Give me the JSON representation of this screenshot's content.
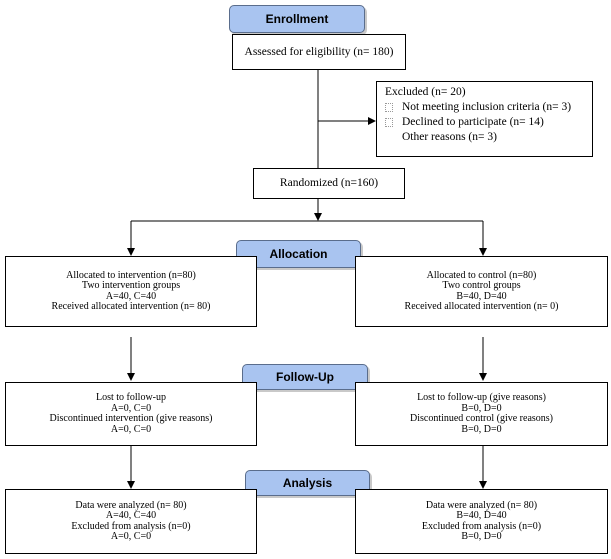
{
  "stages": {
    "enrollment": "Enrollment",
    "allocation": "Allocation",
    "follow_up": "Follow-Up",
    "analysis": "Analysis"
  },
  "assessed": "Assessed for eligibility (n= 180)",
  "excluded": {
    "title": "Excluded (n=   20)",
    "items": [
      "Not meeting inclusion criteria (n= 3)",
      "Declined to participate (n= 14)",
      "Other reasons (n= 3)"
    ]
  },
  "randomized": "Randomized (n=160)",
  "allocation": {
    "intervention": [
      "Allocated to intervention (n=80)",
      "Two intervention groups",
      "A=40, C=40",
      "Received allocated intervention (n= 80)"
    ],
    "control": [
      "Allocated to control (n=80)",
      "Two control groups",
      "B=40, D=40",
      "Received allocated intervention (n= 0)"
    ]
  },
  "follow_up": {
    "intervention": [
      "Lost to follow-up",
      "A=0, C=0",
      "Discontinued intervention (give reasons)",
      "A=0, C=0"
    ],
    "control": [
      "Lost to follow-up (give reasons)",
      "B=0, D=0",
      "Discontinued control (give reasons)",
      "B=0, D=0"
    ]
  },
  "analysis": {
    "intervention": [
      "Data were analyzed (n= 80)",
      "A=40, C=40",
      "Excluded from analysis (n=0)",
      "A=0, C=0"
    ],
    "control": [
      "Data were analyzed (n= 80)",
      "B=40, D=40",
      "Excluded from analysis (n=0)",
      "B=0, D=0"
    ]
  }
}
